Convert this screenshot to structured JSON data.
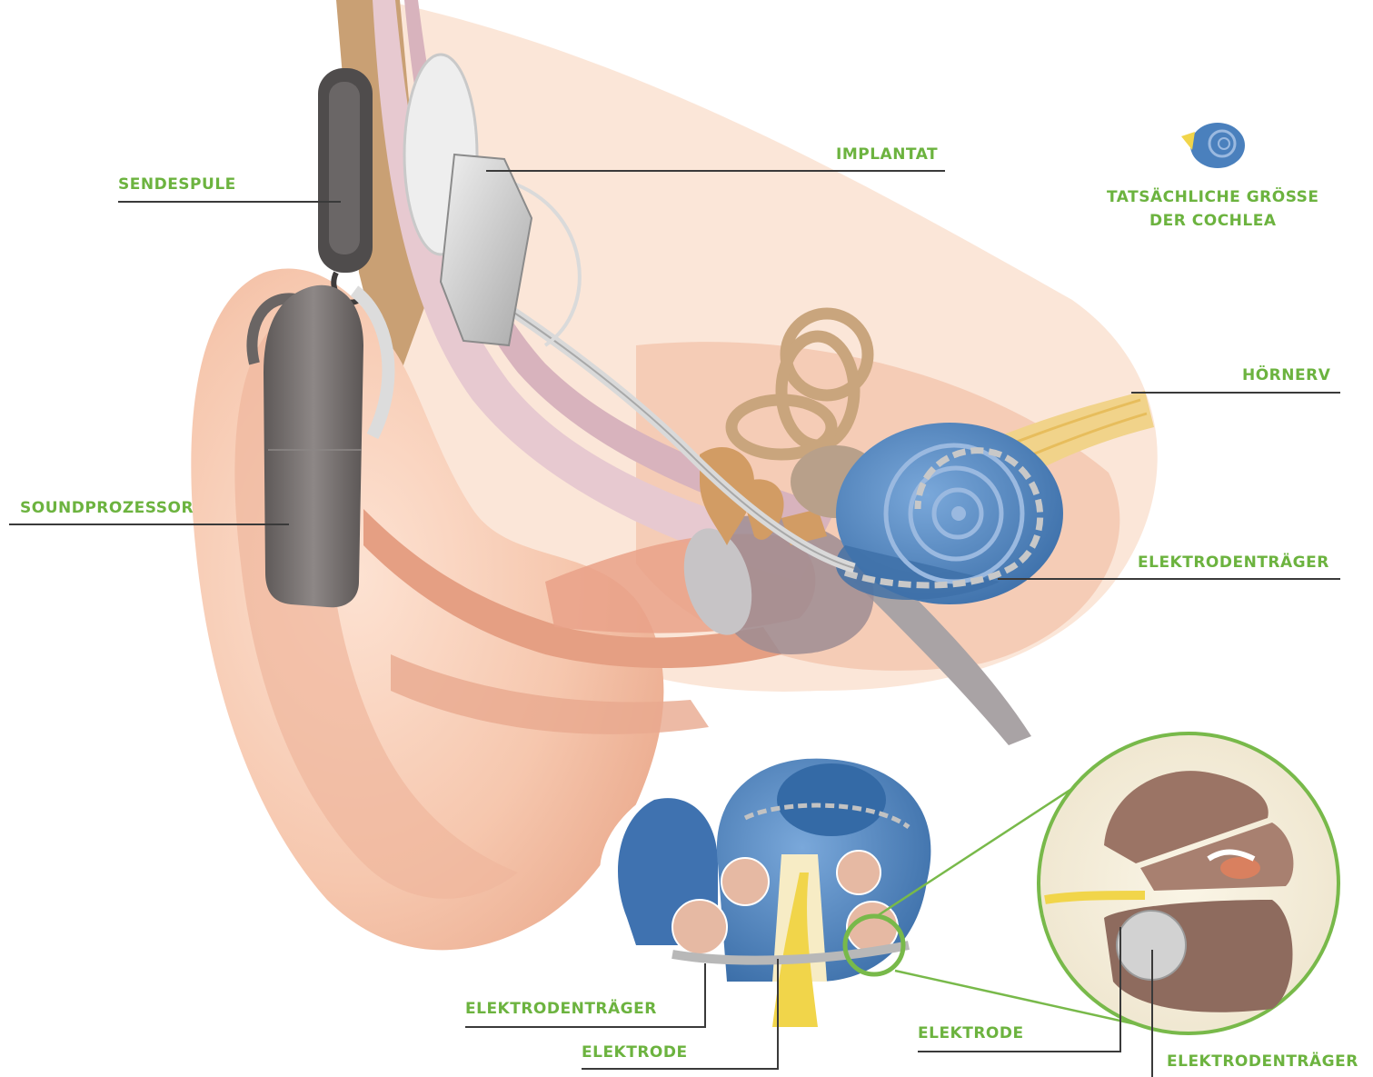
{
  "labels": {
    "sendespule": "SENDESPULE",
    "implantat": "IMPLANTAT",
    "size_line1": "TATSÄCHLICHE GRÖSSE",
    "size_line2": "DER COCHLEA",
    "hoernerv": "HÖRNERV",
    "soundprozessor": "SOUNDPROZESSOR",
    "elektrodentraeger_main": "ELEKTRODENTRÄGER",
    "elektrodentraeger_cross": "ELEKTRODENTRÄGER",
    "elektrode_cross": "ELEKTRODE",
    "elektrode_detail": "ELEKTRODE",
    "elektrodentraeger_detail": "ELEKTRODENTRÄGER"
  },
  "colors": {
    "label_green": "#6cb33f",
    "leader_line": "#3a3a3a",
    "skin": "#f3c3a8",
    "cochlea_blue": "#4a80bd",
    "nerve_yellow": "#f2d54b",
    "device_grey": "#7b7675"
  }
}
